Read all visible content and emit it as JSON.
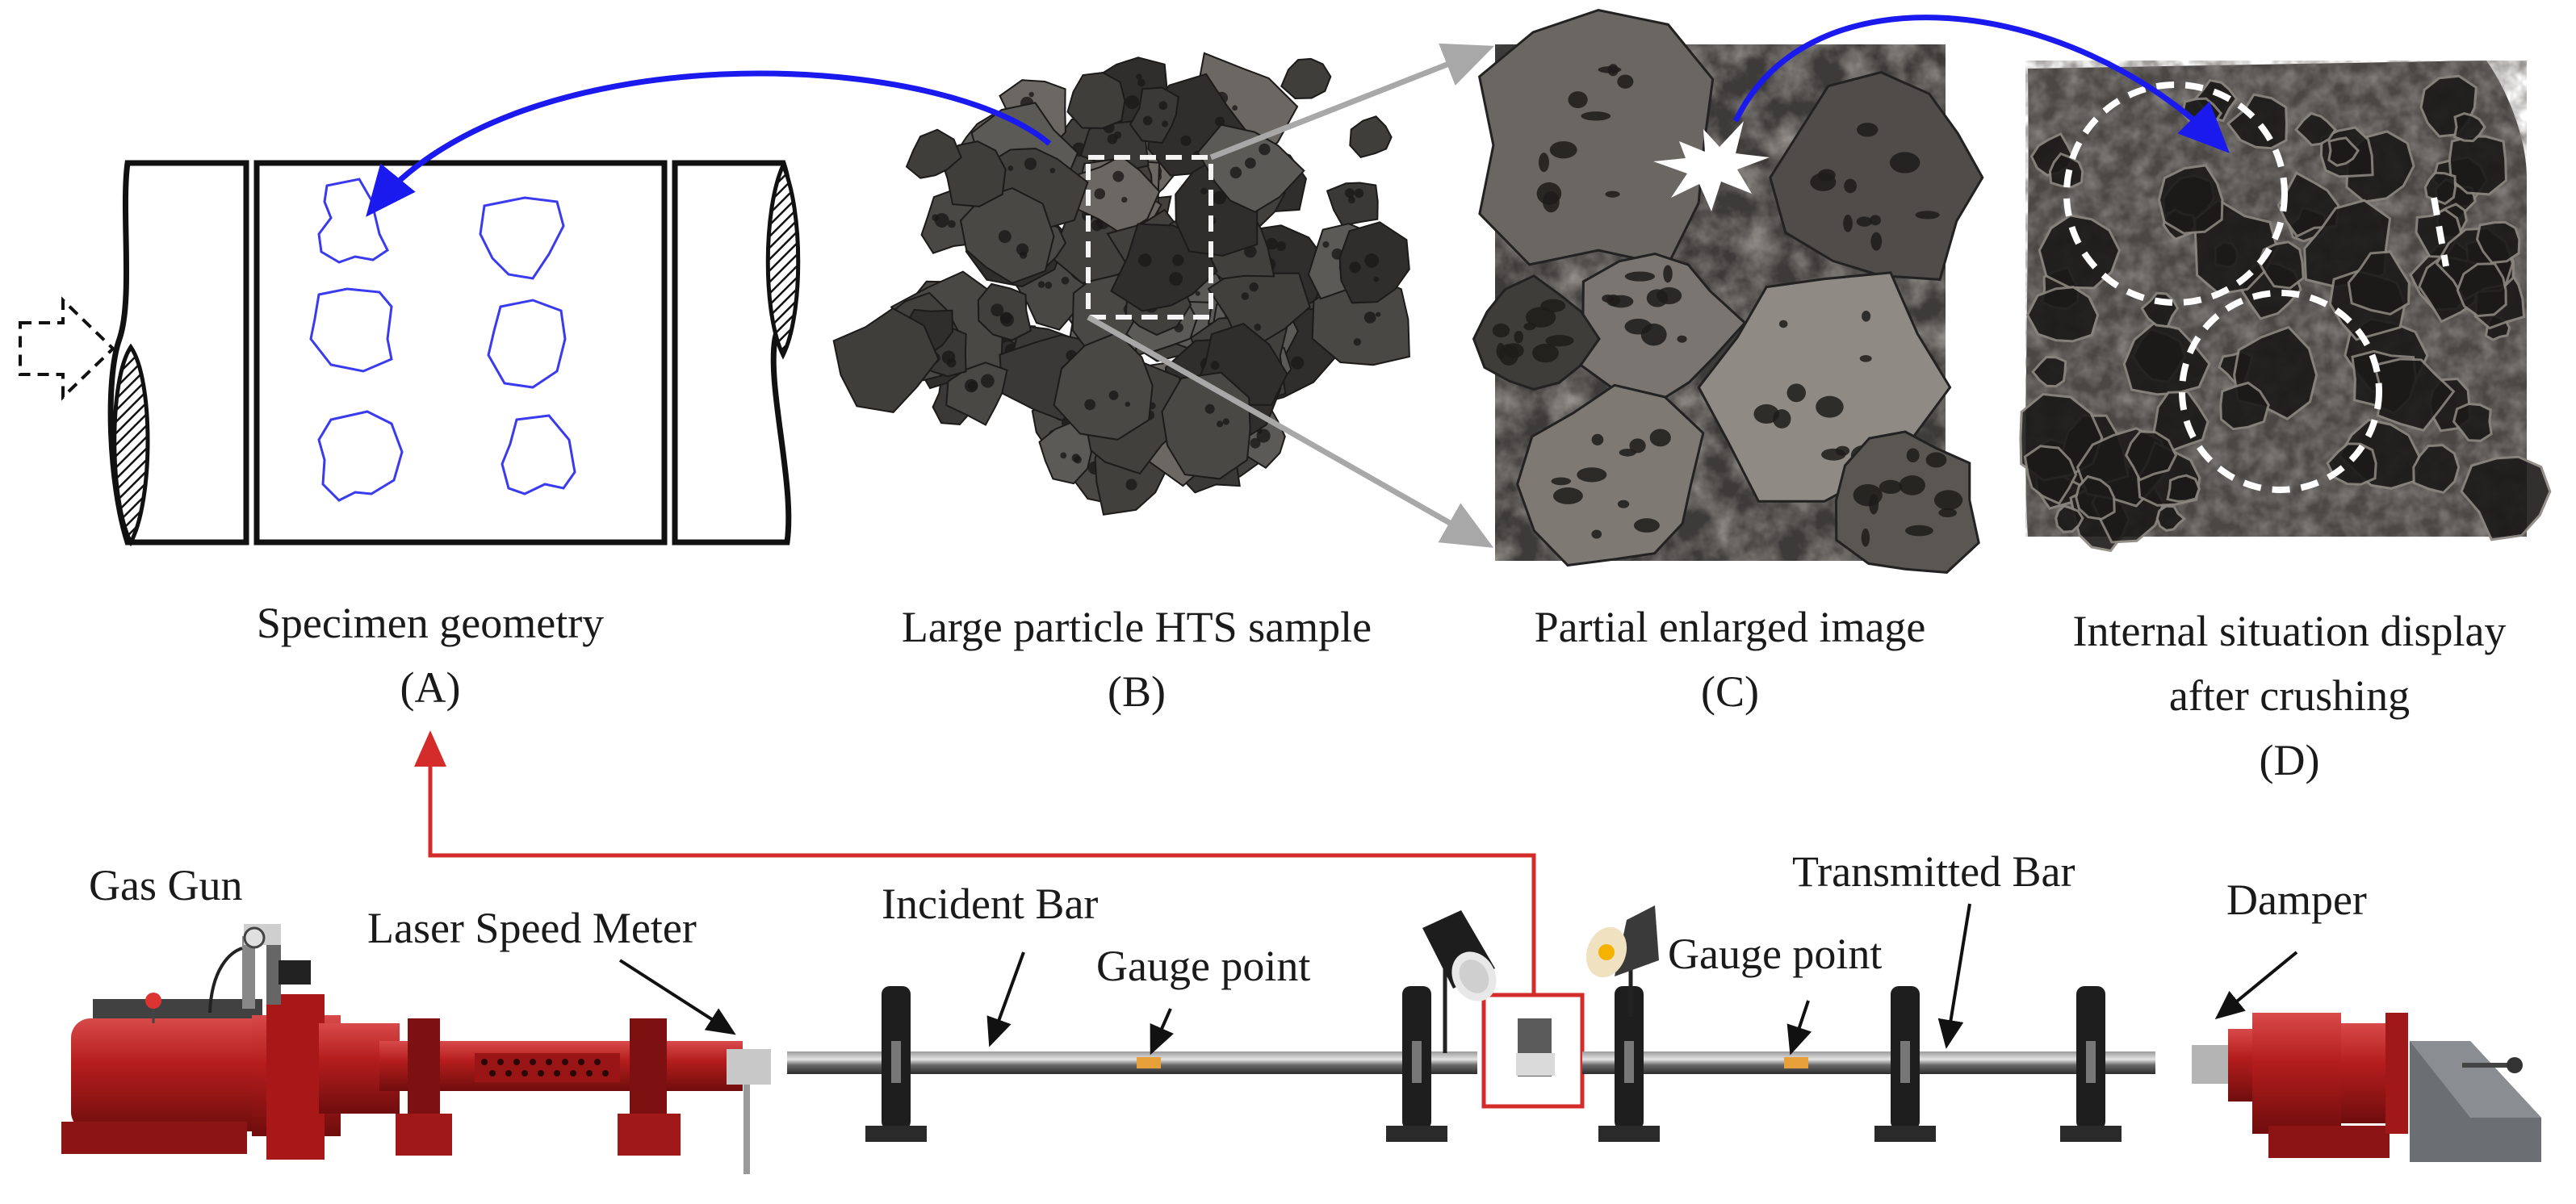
{
  "panels": {
    "a": {
      "caption": "Specimen geometry",
      "tag": "(A)"
    },
    "b": {
      "caption": "Large particle HTS sample",
      "tag": "(B)"
    },
    "c": {
      "caption": "Partial enlarged image",
      "tag": "(C)"
    },
    "d": {
      "caption_line1": "Internal situation display",
      "caption_line2": "after crushing",
      "tag": "(D)"
    }
  },
  "apparatus": {
    "gas_gun": "Gas Gun",
    "laser_speed_meter": "Laser Speed Meter",
    "incident_bar": "Incident Bar",
    "gauge_point_1": "Gauge point",
    "transmitted_bar": "Transmitted Bar",
    "gauge_point_2": "Gauge point",
    "damper": "Damper"
  },
  "colors": {
    "blue_arrow": "#1a1aee",
    "red_link": "#d42b2b",
    "gray_zoom": "#a8a8a8",
    "machine_red": "#b51d1d",
    "rock_dark": "#3b3a38",
    "specimen_outline": "#3a3aee"
  }
}
